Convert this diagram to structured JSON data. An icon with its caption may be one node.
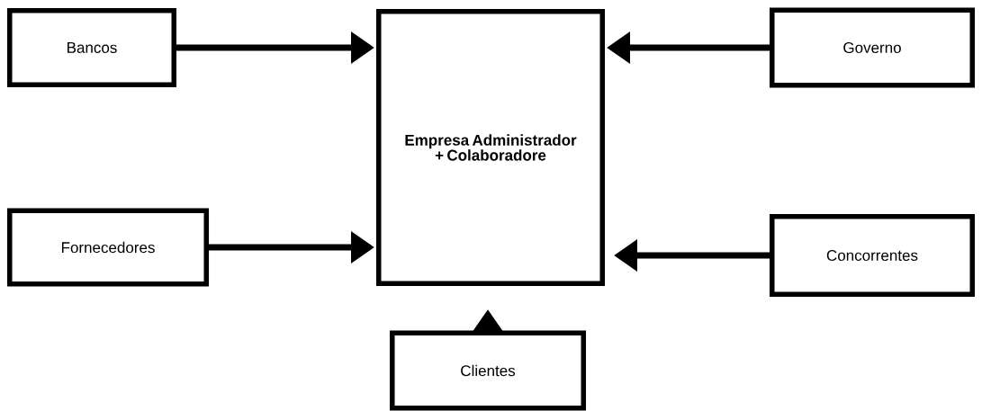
{
  "diagram": {
    "nodes": [
      {
        "text": [
          "Bancos"
        ]
      },
      {
        "text": [
          "Empresa Administrador + Colaboradore"
        ]
      },
      {
        "text": [
          "Governo"
        ]
      },
      {
        "text": [
          "Fornecedores"
        ]
      },
      {
        "text": [
          "Concorrentes"
        ]
      },
      {
        "text": [
          "Clientes"
        ]
      }
    ],
    "edges": [
      {
        "from": 0,
        "to": 1,
        "arrow": "to"
      },
      {
        "from": 2,
        "to": 1,
        "arrow": "to"
      },
      {
        "from": 3,
        "to": 1,
        "arrow": "to"
      },
      {
        "from": 4,
        "to": 1,
        "arrow": "to"
      },
      {
        "from": 5,
        "to": 1,
        "arrow": "to"
      }
    ]
  }
}
